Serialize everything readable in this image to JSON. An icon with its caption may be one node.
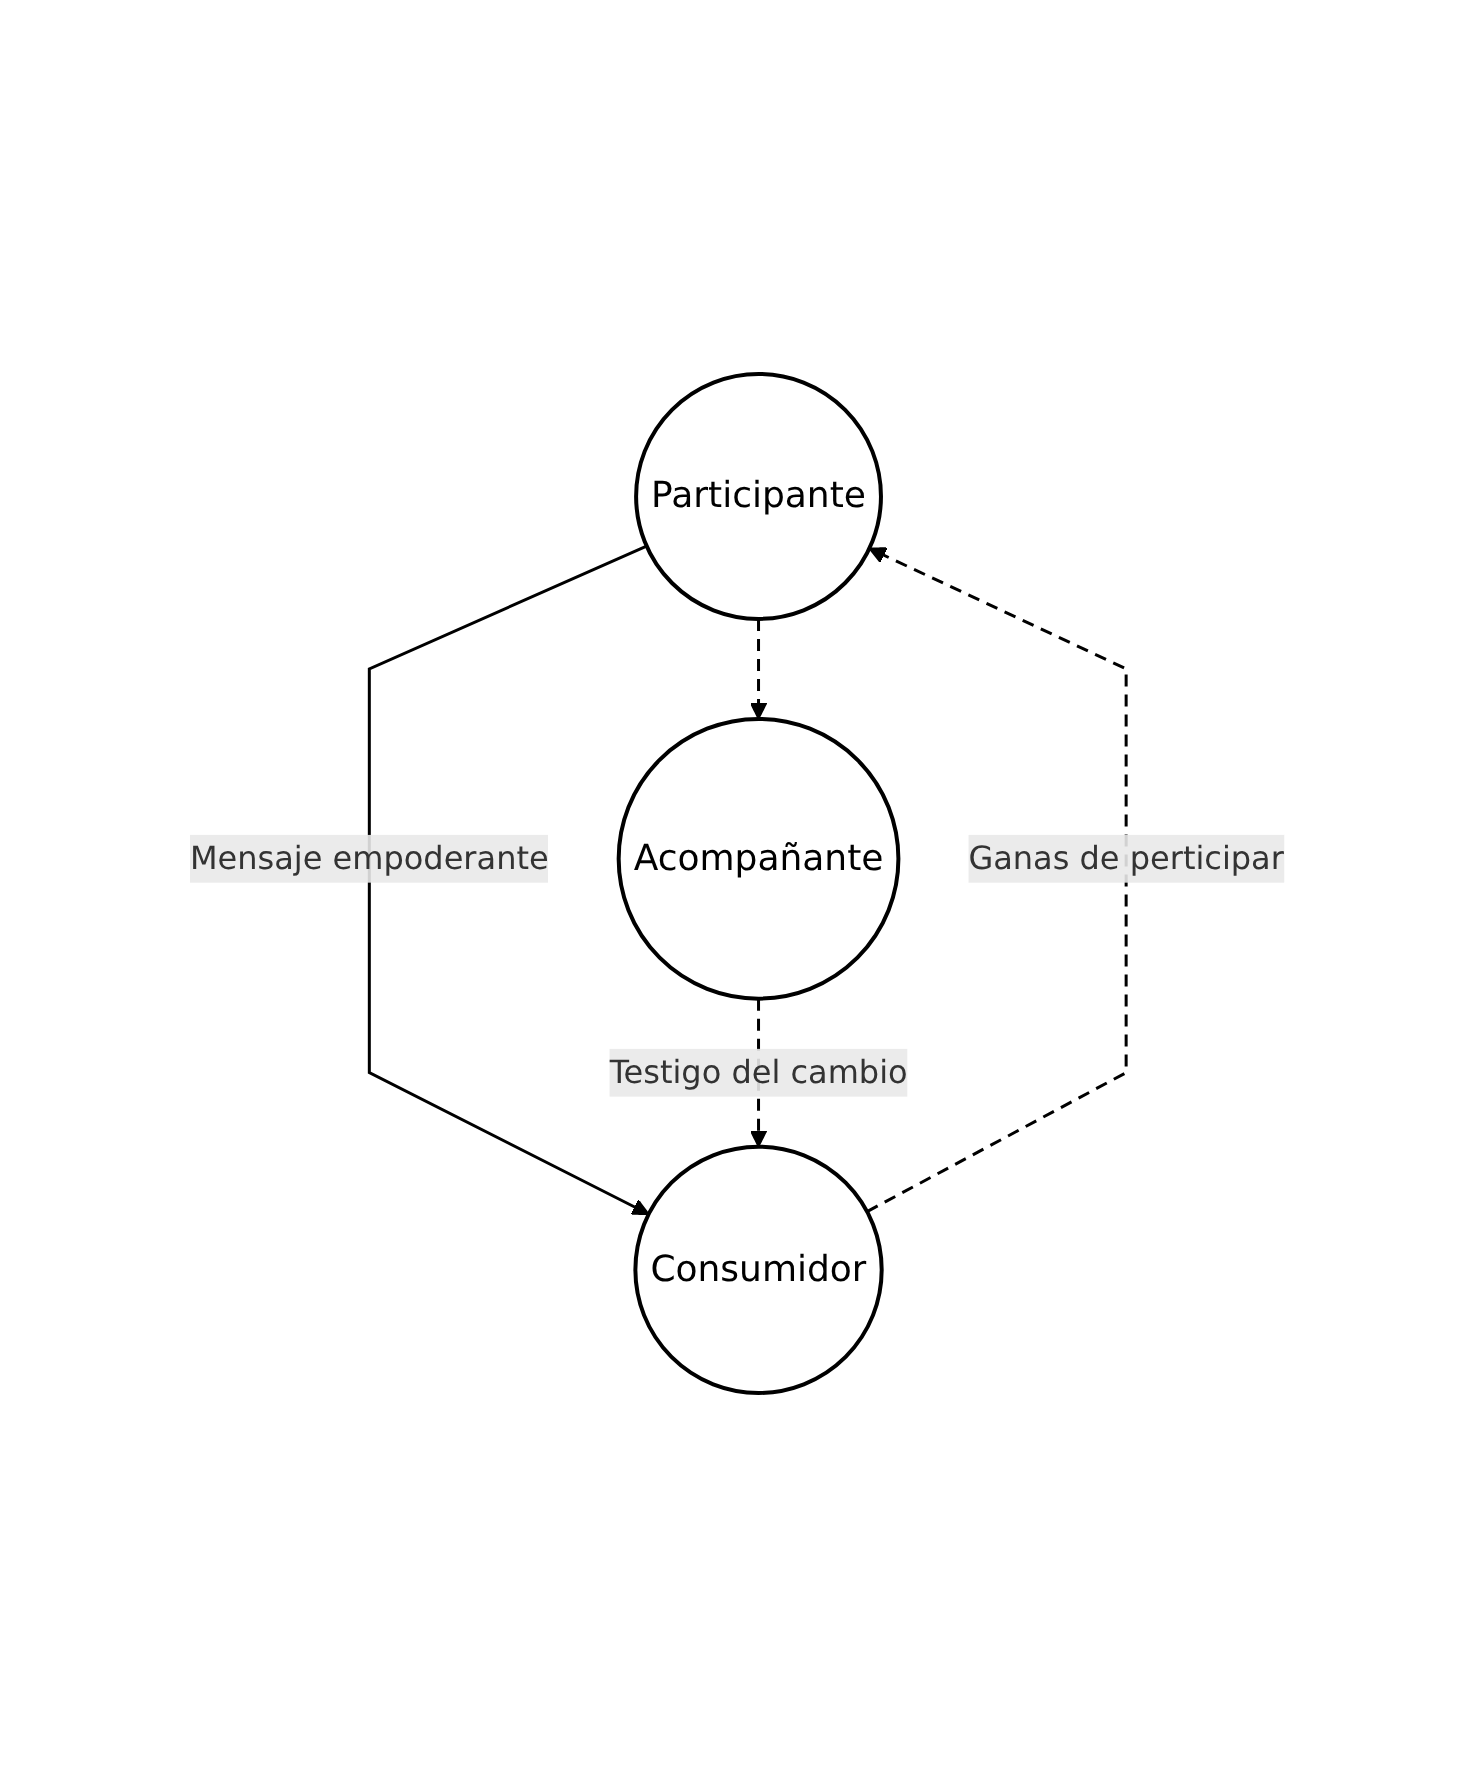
{
  "diagram": {
    "nodes": [
      {
        "text": [
          "Participante"
        ]
      },
      {
        "text": [
          "Consumidor"
        ]
      },
      {
        "text": [
          "Acompañante"
        ]
      }
    ],
    "edges": [
      {
        "from": 0,
        "to": 1,
        "arrow": "to",
        "label": "Mensaje empoderante"
      },
      {
        "from": 0,
        "to": 2,
        "arrow": "to",
        "style": "dashed"
      },
      {
        "from": 1,
        "to": 0,
        "arrow": "to",
        "style": "dashed",
        "label": "Ganas de perticipar"
      },
      {
        "from": 2,
        "to": 1,
        "arrow": "to",
        "style": "dashed",
        "label": "Testigo del cambio"
      }
    ]
  }
}
